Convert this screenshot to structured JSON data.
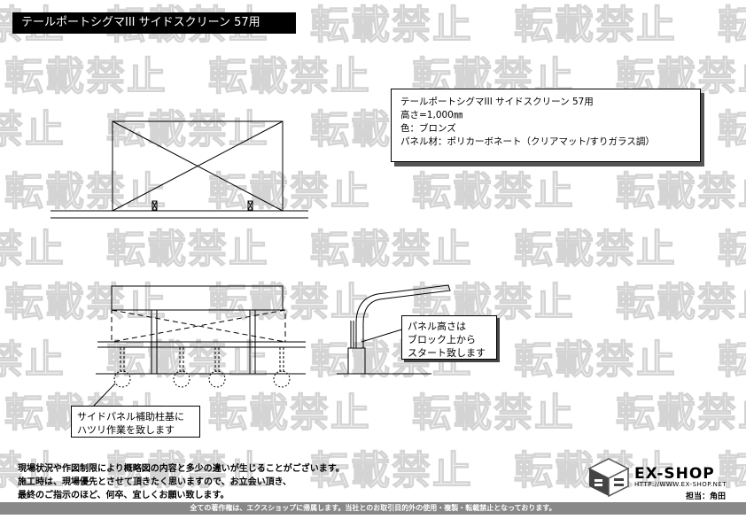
{
  "title": "テールポートシグマIII サイドスクリーン 57用",
  "watermark": "転載禁止",
  "spec": {
    "line1": "テールポートシグマIII サイドスクリーン 57用",
    "line2": "高さ=1,000㎜",
    "line3": "色：ブロンズ",
    "line4": "パネル材：ポリカーボネート（クリアマット/すりガラス調）"
  },
  "callout_panel_height": {
    "line1": "パネル高さは",
    "line2": "ブロック上から",
    "line3": "スタート致します"
  },
  "callout_hatsuri": {
    "line1": "サイドパネル補助柱基に",
    "line2": "ハツリ作業を致します"
  },
  "notes": {
    "line1": "現場状況や作図制限により概略図の内容と多少の違いが生じることがございます。",
    "line2": "施工時は、現場優先とさせて頂きたく思いますので、お立会い頂き、",
    "line3": "最終のご指示のほど、何卒、宜しくお願い致します。"
  },
  "logo": {
    "name": "EX-SHOP",
    "url": "HTTP://WWW.EX-SHOP.NET"
  },
  "staff": "担当：角田",
  "footer": "全ての著作権は、エクスショップに帰属します。当社とのお取引目的外の使用・複製・転載禁止となっております。"
}
